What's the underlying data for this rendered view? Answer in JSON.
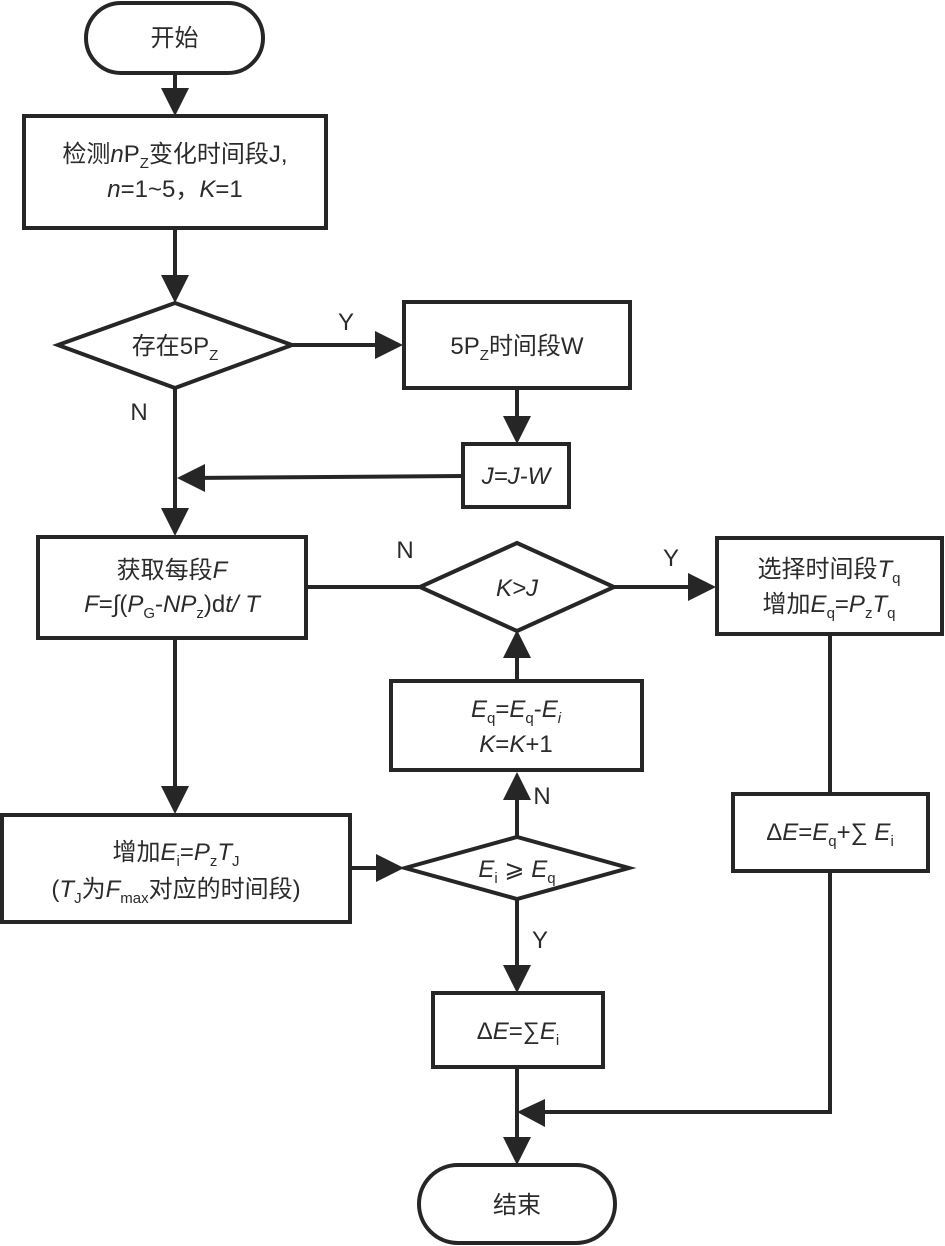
{
  "diagram": {
    "type": "flowchart",
    "nodes": {
      "start": {
        "shape": "terminal",
        "text": "开始"
      },
      "detect": {
        "shape": "process",
        "line1": {
          "pre": "检测",
          "n": "n",
          "P": "P",
          "Psub": "Z",
          "post": "变化时间段J,"
        },
        "line2": {
          "n": "n",
          "a": "=1~5，",
          "K": "K",
          "b": "=1"
        }
      },
      "exist5pz": {
        "shape": "decision",
        "pre": "存在5P",
        "sub": "Z"
      },
      "seg5pz": {
        "shape": "process",
        "pre": "5P",
        "sub": "Z",
        "post": "时间段W"
      },
      "jminusw": {
        "shape": "process",
        "text": "J=J-W"
      },
      "getF": {
        "shape": "process",
        "line1": {
          "pre": "获取每段",
          "F": "F"
        },
        "line2": {
          "F": "F",
          "eq": "=∫(",
          "P": "P",
          "Gsub": "G",
          "dash": "-",
          "NP": "NP",
          "zsub": "z",
          "close": ")d",
          "t": "t",
          "slash": "/ ",
          "T": "T"
        }
      },
      "kgtj": {
        "shape": "decision",
        "K": "K",
        "op": ">",
        "J": "J"
      },
      "selectTq": {
        "shape": "process",
        "line1": {
          "pre": "选择时间段",
          "T": "T",
          "sub": "q"
        },
        "line2": {
          "pre": "增加",
          "E": "E",
          "Esub": "q",
          "eq": "=",
          "P": "P",
          "Psub": "z",
          "T": "T",
          "Tsub": "q"
        }
      },
      "eqUpdate": {
        "shape": "process",
        "line1": {
          "E1": "E",
          "s1": "q",
          "eq": "=",
          "E2": "E",
          "s2": "q",
          "dash": "-",
          "E3": "E",
          "s3": "i"
        },
        "line2": {
          "K1": "K",
          "eq": "=",
          "K2": "K",
          "plus": "+1"
        }
      },
      "addEi": {
        "shape": "process",
        "line1": {
          "pre": "增加",
          "E": "E",
          "Esub": "i",
          "eq": "=",
          "P": "P",
          "Psub": "z",
          "T": "T",
          "Tsub": "J"
        },
        "line2": {
          "open": "(",
          "T": "T",
          "Tsub": "J",
          "mid": "为",
          "F": "F",
          "Fsub": "max",
          "post": "对应的时间段)"
        }
      },
      "eiGeEq": {
        "shape": "decision",
        "E1": "E",
        "s1": "i",
        "op": " ⩾ ",
        "E2": "E",
        "s2": "q"
      },
      "dEsum": {
        "shape": "process",
        "delta": "Δ",
        "E": "E",
        "eq": "=∑",
        "E2": "E",
        "sub": "i"
      },
      "dEsumEq": {
        "shape": "process",
        "delta": "Δ",
        "E": "E",
        "eq": "=",
        "E2": "E",
        "s2": "q",
        "plus": "+∑ ",
        "E3": "E",
        "s3": "i"
      },
      "end": {
        "shape": "terminal",
        "text": "结束"
      }
    },
    "edge_labels": {
      "exist_yes": "Y",
      "exist_no": "N",
      "kj_no": "N",
      "kj_yes": "Y",
      "eq_no": "N",
      "eq_yes": "Y"
    },
    "colors": {
      "stroke": "#262626",
      "text": "#2b2b2b",
      "background": "#ffffff"
    }
  }
}
